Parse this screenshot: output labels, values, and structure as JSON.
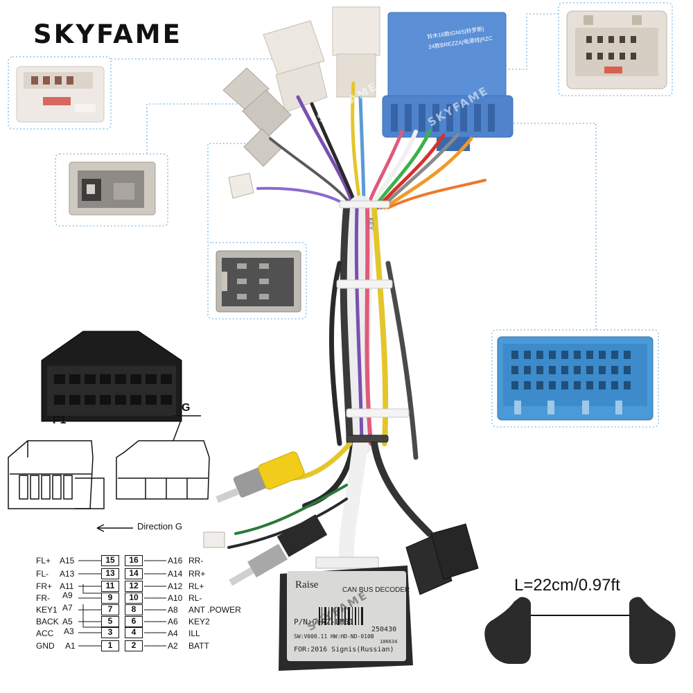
{
  "brand": {
    "logo_text": "SKYFAME",
    "watermark": "SKYFAME"
  },
  "connector_labels": {
    "p1": "P1",
    "g": "G",
    "direction": "Direction G"
  },
  "pinout": {
    "rows": [
      {
        "left_name": "FL+",
        "left_code": "A15",
        "left_pin": "15",
        "right_pin": "16",
        "right_code": "A16",
        "right_name": "RR-"
      },
      {
        "left_name": "FL-",
        "left_code": "A13",
        "left_pin": "13",
        "right_pin": "14",
        "right_code": "A14",
        "right_name": "RR+"
      },
      {
        "left_name": "FR+",
        "left_code": "A11",
        "left_pin": "11",
        "right_pin": "12",
        "right_code": "A12",
        "right_name": "RL+"
      },
      {
        "left_name": "FR-",
        "left_code": "A9",
        "left_pin": "9",
        "right_pin": "10",
        "right_code": "A10",
        "right_name": "RL-"
      },
      {
        "left_name": "KEY1",
        "left_code": "A7",
        "left_pin": "7",
        "right_pin": "8",
        "right_code": "A8",
        "right_name": "ANT .POWER"
      },
      {
        "left_name": "BACK",
        "left_code": "A5",
        "left_pin": "5",
        "right_pin": "6",
        "right_code": "A6",
        "right_name": "KEY2"
      },
      {
        "left_name": "ACC",
        "left_code": "A3",
        "left_pin": "3",
        "right_pin": "4",
        "right_code": "A4",
        "right_name": "ILL"
      },
      {
        "left_name": "GND",
        "left_code": "A1",
        "left_pin": "1",
        "right_pin": "2",
        "right_code": "A2",
        "right_name": "BATT"
      }
    ]
  },
  "length": {
    "text": "L=22cm/0.97ft"
  },
  "decoder": {
    "brand": "Raise",
    "title": "CAN BUS DECODER",
    "pn": "P/N:G-RZ-LM51",
    "date": "250430",
    "sw": "SW:V000.11  HW:HD-ND-010B",
    "serial": "106634",
    "for": "FOR:2016 Signis(Russian)"
  },
  "blue_connector_label": {
    "line1": "铃木16款IGNIS|铃罗斯|",
    "line2": "24款BREZZA|电源线|RZC"
  },
  "wire_tag": "KEY",
  "colors": {
    "blue_connector": "#5a8fd8",
    "highlight_dots": "#9ec9e8",
    "decoder_box": "#2a2a2c",
    "rca_yellow": "#f2cc1b"
  }
}
